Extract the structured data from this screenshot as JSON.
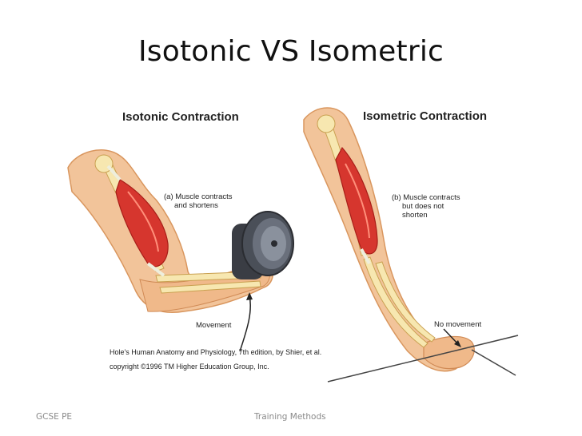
{
  "slide": {
    "title": "Isotonic VS Isometric",
    "footer_left": "GCSE PE",
    "footer_center": "Training Methods"
  },
  "figure": {
    "left_panel": {
      "title": "Isotonic Contraction",
      "caption_line1": "(a) Muscle contracts",
      "caption_line2": "and shortens",
      "arrow_label": "Movement"
    },
    "right_panel": {
      "title": "Isometric Contraction",
      "caption_line1": "(b) Muscle contracts",
      "caption_line2": "but does not",
      "caption_line3": "shorten",
      "arrow_label": "No movement"
    },
    "credit_line1": "Hole's Human Anatomy and Physiology, 7th edition, by Shier, et al.",
    "credit_line2": "copyright ©1996 TM Higher Education Group, Inc."
  }
}
